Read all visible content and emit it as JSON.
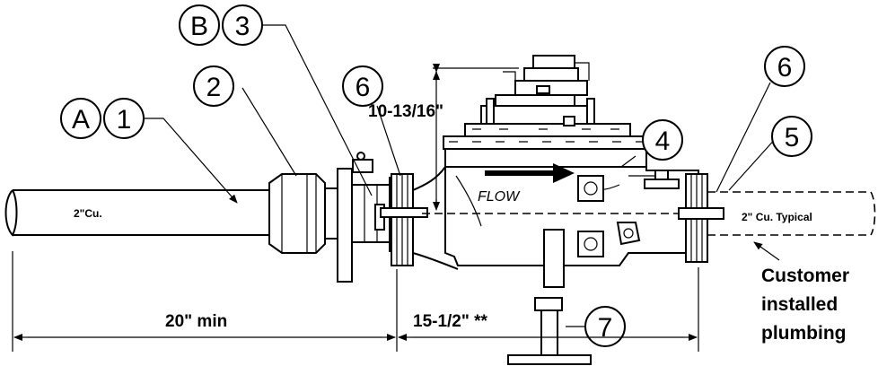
{
  "callouts": {
    "a": "A",
    "one": "1",
    "two": "2",
    "b": "B",
    "three": "3",
    "six_left": "6",
    "four": "4",
    "six_right": "6",
    "five": "5",
    "seven": "7"
  },
  "dimensions": {
    "height": "10-13/16\"",
    "upstream_min": "20\" min",
    "meter_length": "15-1/2\" **"
  },
  "pipe_labels": {
    "inlet": "2\"Cu.",
    "outlet": "2\" Cu. Typical"
  },
  "flow_label": "FLOW",
  "customer_note": [
    "Customer",
    "installed",
    "plumbing"
  ]
}
